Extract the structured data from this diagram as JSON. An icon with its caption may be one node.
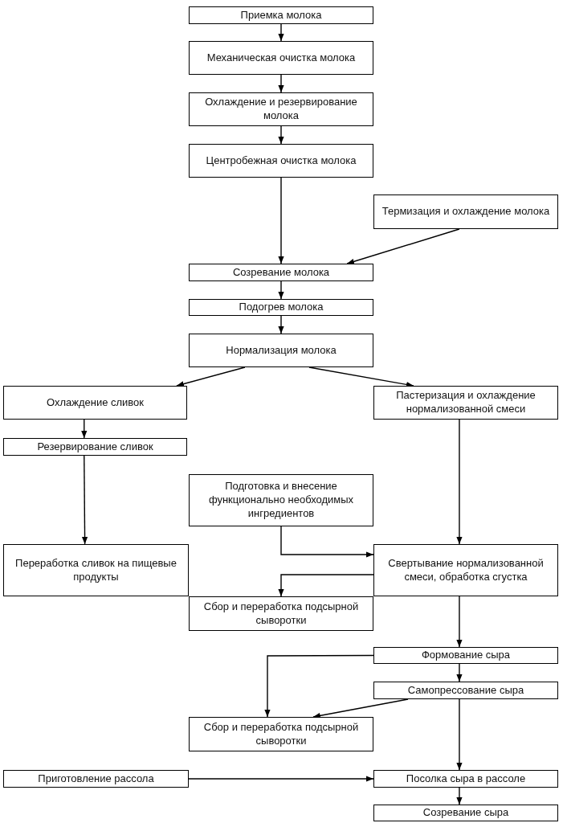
{
  "diagram": {
    "nodes": [
      {
        "text": [
          "Приемка молока"
        ]
      },
      {
        "text": [
          "Механическая очистка молока"
        ]
      },
      {
        "text": [
          "Охлаждение и резервирование молока"
        ]
      },
      {
        "text": [
          "Центробежная очистка молока"
        ]
      },
      {
        "text": [
          "Термизация и охлаждение молока"
        ]
      },
      {
        "text": [
          "Созревание молока"
        ]
      },
      {
        "text": [
          "Подогрев молока"
        ]
      },
      {
        "text": [
          "Нормализация молока"
        ]
      },
      {
        "text": [
          "Охлаждение сливок"
        ]
      },
      {
        "text": [
          "Пастеризация и охлаждение нормализованной смеси"
        ]
      },
      {
        "text": [
          "Резервирование сливок"
        ]
      },
      {
        "text": [
          "Подготовка и внесение функционально необходимых ингредиентов"
        ]
      },
      {
        "text": [
          "Переработка сливок на пищевые продукты"
        ]
      },
      {
        "text": [
          "Свертывание нормализованной смеси, обработка сгустка"
        ]
      },
      {
        "text": [
          "Сбор и переработка подсырной сыворотки"
        ]
      },
      {
        "text": [
          "Формование сыра"
        ]
      },
      {
        "text": [
          "Самопрессование сыра"
        ]
      },
      {
        "text": [
          "Сбор и переработка подсырной сыворотки"
        ]
      },
      {
        "text": [
          "Приготовление рассола"
        ]
      },
      {
        "text": [
          "Посолка сыра в рассоле"
        ]
      },
      {
        "text": [
          "Созревание сыра"
        ]
      }
    ],
    "edges": [
      {
        "from": 0,
        "to": 1,
        "arrow": "to"
      },
      {
        "from": 1,
        "to": 2,
        "arrow": "to"
      },
      {
        "from": 2,
        "to": 3,
        "arrow": "to"
      },
      {
        "from": 3,
        "to": 5,
        "arrow": "to"
      },
      {
        "from": 4,
        "to": 5,
        "arrow": "to"
      },
      {
        "from": 5,
        "to": 6,
        "arrow": "to"
      },
      {
        "from": 6,
        "to": 7,
        "arrow": "to"
      },
      {
        "from": 7,
        "to": 8,
        "arrow": "to"
      },
      {
        "from": 7,
        "to": 9,
        "arrow": "to"
      },
      {
        "from": 8,
        "to": 10,
        "arrow": "to"
      },
      {
        "from": 10,
        "to": 12,
        "arrow": "to"
      },
      {
        "from": 9,
        "to": 13,
        "arrow": "to"
      },
      {
        "from": 11,
        "to": 13,
        "arrow": "to"
      },
      {
        "from": 13,
        "to": 14,
        "arrow": "to"
      },
      {
        "from": 13,
        "to": 15,
        "arrow": "to"
      },
      {
        "from": 15,
        "to": 17,
        "arrow": "to"
      },
      {
        "from": 15,
        "to": 16,
        "arrow": "to"
      },
      {
        "from": 16,
        "to": 17,
        "arrow": "to"
      },
      {
        "from": 16,
        "to": 19,
        "arrow": "to"
      },
      {
        "from": 18,
        "to": 19,
        "arrow": "to"
      },
      {
        "from": 19,
        "to": 20,
        "arrow": "to"
      }
    ]
  }
}
